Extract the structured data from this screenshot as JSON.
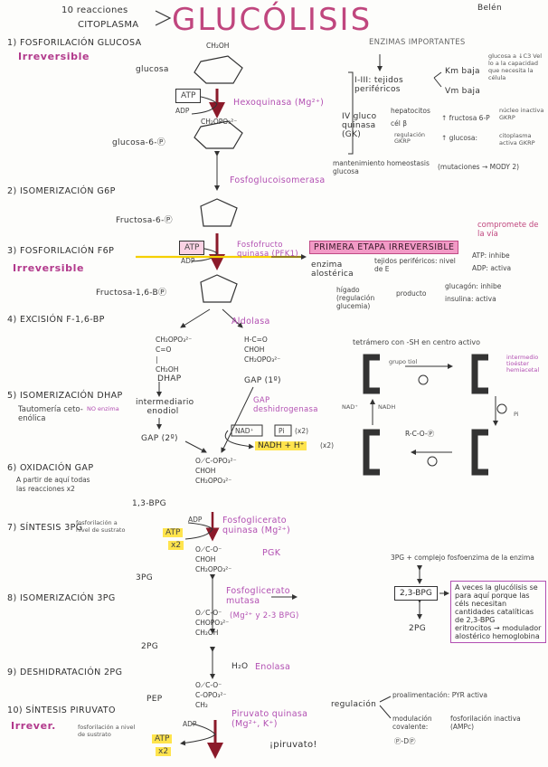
{
  "header": {
    "intro_line1": "10 reacciones",
    "intro_line2": "CITOPLASMA",
    "title": "GLUCÓLISIS",
    "author": "Belén"
  },
  "steps": [
    {
      "label": "1) FOSFORILACIÓN GLUCOSA",
      "tag": "Irreversible",
      "substrate": "glucosa",
      "enzyme": "Hexoquinasa (Mg²⁺)",
      "atp": "ATP",
      "adp": "ADP",
      "product": "glucosa-6-Ⓟ"
    },
    {
      "label": "2) ISOMERIZACIÓN G6P",
      "enzyme": "Fosfoglucoisomerasa",
      "product": "Fructosa-6-Ⓟ"
    },
    {
      "label": "3) FOSFORILACIÓN F6P",
      "tag": "Irreversible",
      "enzyme": "Fosfofructo quinasa (PFK1)",
      "atp": "ATP",
      "adp": "ADP",
      "product": "Fructosa-1,6-BⓅ"
    },
    {
      "label": "4) EXCISIÓN F-1,6-BP",
      "enzyme": "Aldolasa",
      "left_product": "DHAP",
      "right_product": "GAP (1º)"
    },
    {
      "label": "5) ISOMERIZACIÓN DHAP",
      "note": "Tautomería ceto-enólica",
      "no_enzyme": "NO enzima",
      "intermediate": "intermediario enodiol",
      "product": "GAP (2º)"
    },
    {
      "label": "6) OXIDACIÓN GAP",
      "note": "A partir de aquí todas las reacciones x2",
      "enzyme": "GAP deshidrogenasa",
      "nad": "NAD⁺",
      "pi": "Pi",
      "x2a": "(x2)",
      "nadh": "NADH + H⁺",
      "x2b": "(x2)",
      "product": "1,3-BPG"
    },
    {
      "label": "7) SÍNTESIS 3PG",
      "note": "fosforilación a nivel de sustrato",
      "enzyme": "Fosfoglicerato quinasa (Mg²⁺)",
      "enzyme_abbr": "PGK",
      "atp": "ATP",
      "adp": "ADP",
      "x2": "x2",
      "product": "3PG"
    },
    {
      "label": "8) ISOMERIZACIÓN 3PG",
      "enzyme": "Fosfoglicerato mutasa",
      "cofactor": "(Mg²⁺ y 2-3 BPG)",
      "product": "2PG"
    },
    {
      "label": "9) DESHIDRATACIÓN 2PG",
      "enzyme": "Enolasa",
      "water": "H₂O",
      "product": "PEP"
    },
    {
      "label": "10) SÍNTESIS PIRUVATO",
      "tag": "Irrever.",
      "note": "fosforilación a nivel de sustrato",
      "enzyme": "Piruvato quinasa (Mg²⁺, K⁺)",
      "atp": "ATP",
      "adp": "ADP",
      "x2": "x2",
      "product": "¡piruvato!"
    }
  ],
  "side_notes": {
    "enzimas_title": "ENZIMAS IMPORTANTES",
    "i_iii": "I-III: tejidos periféricos",
    "km_baja": "Km baja",
    "vm_baja": "Vm baja",
    "km_note": "glucosa a ↓C3 Vel lo a la capacidad que necesita la célula",
    "iv": "IV gluco quinasa (GK)",
    "hepatocitos": "hepatocitos",
    "cel_b": "cél β",
    "regulacion_gkrp": "regulación GKRP",
    "fructosa6p": "↑ fructosa 6-P",
    "nucleo": "núcleo inactiva GKRP",
    "glucosa_up": "↑ glucosa:",
    "citoplasma": "citoplasma activa GKRP",
    "mantenimiento": "mantenimiento homeostasis glucosa",
    "mutaciones": "(mutaciones → MODY 2)",
    "primera_etapa": "PRIMERA ETAPA IRREVERSIBLE",
    "compromete": "compromete de la vía",
    "enzima_alosterica": "enzima alostérica",
    "tejidos_perifericos": "tejidos periféricos: nivel de E",
    "atp_inhibe": "ATP: inhibe",
    "adp_activa": "ADP: activa",
    "higado": "hígado (regulación glucemia)",
    "producto": "producto",
    "glucagon": "glucagón: inhibe",
    "insulina": "insulina: activa",
    "tetramero": "tetrámero con -SH en centro activo",
    "grupo_tiol": "grupo tiol",
    "intermedio": "intermedio tioéster hemiacetal",
    "nad_plus": "NAD⁺",
    "nadh": "NADH",
    "pi": "Pi",
    "tpg_complejo": "3PG + complejo fosfoenzima de la enzima",
    "bpg_box": "2,3-BPG",
    "two_pg": "2PG",
    "avece_note": "A veces la glucólisis se para aquí porque las céls necesitan cantidades catalíticas de 2,3-BPG",
    "eritrocitos": "eritrocitos → modulador alostérico hemoglobina",
    "regulacion": "regulación",
    "proalimentacion": "proalimentación: PYR activa",
    "modulacion": "modulación covalente:",
    "fosforilacion": "fosforilación inactiva (AMPc)",
    "pd": "Ⓟ-DⓅ"
  },
  "colors": {
    "title": "#c0467e",
    "enzyme": "#b24fb2",
    "highlight_pink": "#f29ac6",
    "highlight_yellow": "#ffe44d",
    "arrow_red": "#8b1a2a"
  }
}
